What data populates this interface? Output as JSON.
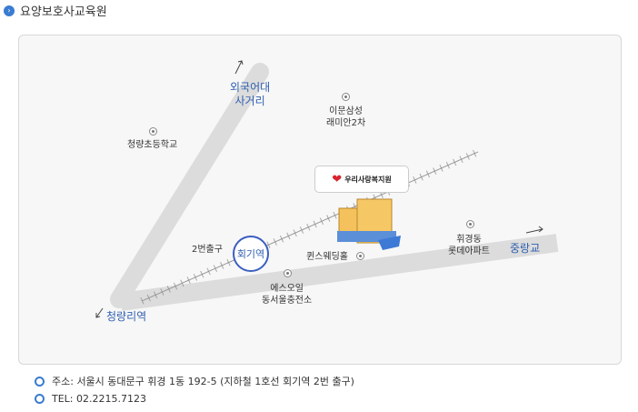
{
  "title": "요양보호사교육원",
  "map": {
    "roads": [
      "외국어대\n사거리",
      "청량리역",
      "중랑교"
    ],
    "road_label_1a": "외국어대",
    "road_label_1b": "사거리",
    "road_label_2": "청량리역",
    "road_label_3": "중랑교",
    "station": "회기역",
    "exit": "2번출구",
    "landmarks": {
      "school": "청량초등학교",
      "raemian_a": "이문삼성",
      "raemian_b": "래미안2차",
      "wedding": "퀸스웨딩홀",
      "lotte_a": "휘경동",
      "lotte_b": "롯데아파트",
      "oil_a": "에스오일",
      "oil_b": "동서울충전소"
    },
    "destination": "우리사랑복지원"
  },
  "info": {
    "address": "주소: 서울시 동대문구 휘경 1동 192-5 (지하철 1호선 회기역 2번 출구)",
    "tel": "TEL: 02.2215.7123"
  }
}
